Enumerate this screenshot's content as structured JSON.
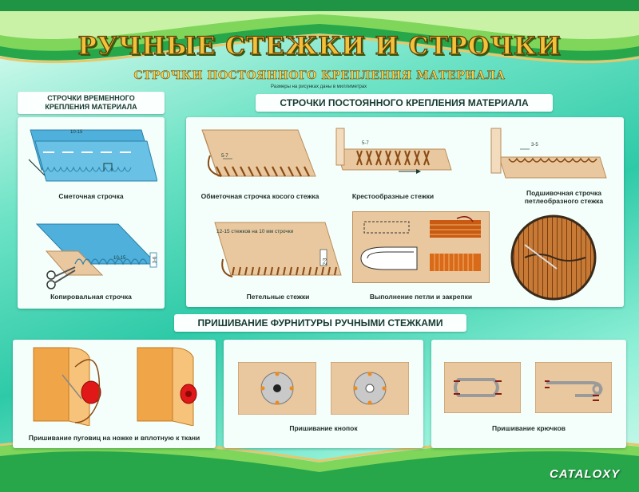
{
  "header": {
    "title": "РУЧНЫЕ СТЕЖКИ И СТРОЧКИ",
    "subtitle": "СТРОЧКИ ПОСТОЯННОГО КРЕПЛЕНИЯ МАТЕРИАЛА",
    "size_note": "Размеры на рисунках даны в миллиметрах"
  },
  "temporary": {
    "heading": "СТРОЧКИ ВРЕМЕННОГО КРЕПЛЕНИЯ МАТЕРИАЛА",
    "items": [
      {
        "caption": "Сметочная строчка",
        "dim": "10-15"
      },
      {
        "caption": "Копировальная строчка",
        "dim": "10-15",
        "dim2": "3-6"
      }
    ]
  },
  "permanent": {
    "heading": "СТРОЧКИ ПОСТОЯННОГО КРЕПЛЕНИЯ МАТЕРИАЛА",
    "items": [
      {
        "caption": "Обметочная строчка косого стежка",
        "dim": "5-7"
      },
      {
        "caption": "Крестообразные стежки",
        "dim": "5-7"
      },
      {
        "caption": "Подшивочная строчка петлеобразного стежка",
        "dim": "3-5"
      },
      {
        "caption": "Петельные стежки",
        "note": "12-15 стежков на 10 мм строчки",
        "dim": "2-3"
      },
      {
        "caption": "Выполнение петли и закрепки"
      }
    ]
  },
  "fittings": {
    "heading": "ПРИШИВАНИЕ ФУРНИТУРЫ РУЧНЫМИ СТЕЖКАМИ",
    "items": [
      {
        "caption": "Пришивание пуговиц на ножке и вплотную к ткани"
      },
      {
        "caption": "Пришивание кнопок"
      },
      {
        "caption": "Пришивание крючков"
      }
    ]
  },
  "watermark": "CATALOXY",
  "colors": {
    "fabric": "#e9c8a0",
    "fabric_blue": "#5ab7e0",
    "thread": "#8a4a14",
    "frame_green": "#2fb54a",
    "gold": "#f2c23a"
  }
}
